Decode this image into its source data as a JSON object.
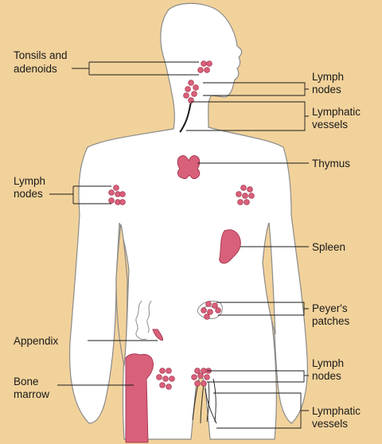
{
  "colors": {
    "background": "#f2d29b",
    "body_fill": "#ffffff",
    "outline": "#8a8a8a",
    "organ_fill": "#d9607a",
    "organ_stroke": "#a83a55",
    "line": "#1a1a1a"
  },
  "labels": {
    "tonsils": [
      "Tonsils and",
      "adenoids"
    ],
    "lymph_nodes_neck": [
      "Lymph",
      "nodes"
    ],
    "lymphatic_vessels_neck": [
      "Lymphatic",
      "vessels"
    ],
    "thymus": [
      "Thymus"
    ],
    "lymph_nodes_arm": [
      "Lymph",
      "nodes"
    ],
    "spleen": [
      "Spleen"
    ],
    "peyers_patches": [
      "Peyer's",
      "patches"
    ],
    "appendix": [
      "Appendix"
    ],
    "bone_marrow": [
      "Bone",
      "marrow"
    ],
    "lymph_nodes_groin": [
      "Lymph",
      "nodes"
    ],
    "lymphatic_vessels_leg": [
      "Lymphatic",
      "vessels"
    ]
  }
}
